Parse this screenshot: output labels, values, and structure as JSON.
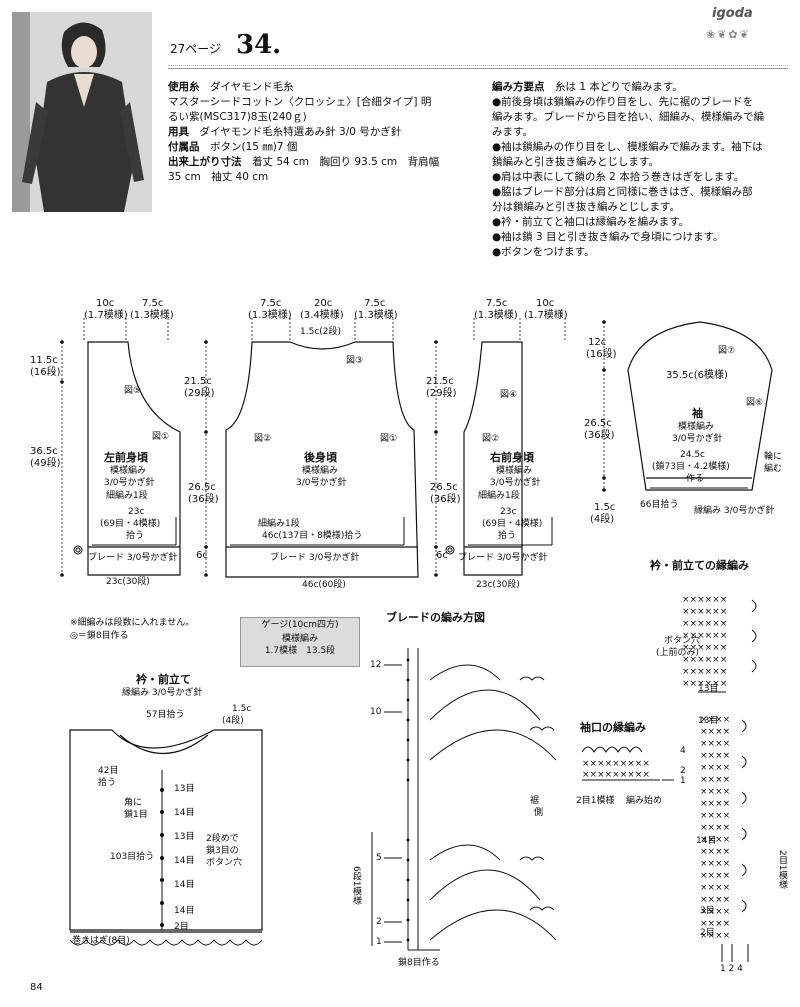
{
  "header": {
    "brand": "igoda",
    "page_ref": "27ページ",
    "pattern_number": "34.",
    "page_number": "84"
  },
  "materials": {
    "yarn_label": "使用糸",
    "yarn_value": "ダイヤモンド毛糸",
    "yarn_detail_1": "マスターシードコットン〈クロッシェ〉[合細タイプ] 明",
    "yarn_detail_2": "るい紫(MSC317)8玉(240ｇ)",
    "tools_label": "用具",
    "tools_value": "ダイヤモンド毛糸特選あみ針 3/0 号かぎ針",
    "notions_label": "付属品",
    "notions_value": "ボタン(15 ㎜)7 個",
    "size_label": "出来上がり寸法",
    "size_value": "着丈 54 cm　胸回り 93.5 cm　背肩幅",
    "size_value_2": "35 cm　袖丈 40 cm"
  },
  "instructions": {
    "title": "編み方要点",
    "title_note": "糸は 1 本どりで編みます。",
    "lines": [
      "●前後身頃は鎖編みの作り目をし、先に裾のブレードを",
      "編みます。ブレードから目を拾い、細編み、模様編みで編",
      "みます。",
      "●袖は鎖編みの作り目をし、模様編みで編みます。袖下は",
      "鎖編みと引き抜き編みとじします。",
      "●肩は中表にして鎖の糸 2 本拾う巻きはぎをします。",
      "●脇はブレード部分は肩と同様に巻きはぎ、模様編み部",
      "分は鎖編みと引き抜き編みとじします。",
      "●衿・前立てと袖口は縁編みを編みます。",
      "●袖は鎖 3 目と引き抜き編みで身頃につけます。",
      "●ボタンをつけます。"
    ]
  },
  "left_front": {
    "top_w1": "10c",
    "top_w1b": "(1.7模様)",
    "top_w2": "7.5c",
    "top_w2b": "(1.3模様)",
    "h1": "11.5c",
    "h1b": "(16段)",
    "h2": "36.5c",
    "h2b": "(49段)",
    "fig5": "図⑤",
    "fig1": "図①",
    "title": "左前身頃",
    "pattern": "模様編み",
    "hook": "3/0号かぎ針",
    "sc_row": "細編み1段",
    "pickup": "23c",
    "pickup_b": "(69目・4模様)",
    "pickup_c": "拾う",
    "braid": "ブレード 3/0号かぎ針",
    "bottom": "23c(30段)"
  },
  "back": {
    "top_w1": "7.5c",
    "top_w1b": "(1.3模様)",
    "top_w2": "20c",
    "top_w2b": "(3.4模様)",
    "top_w3": "7.5c",
    "top_w3b": "(1.3模様)",
    "neck": "1.5c(2段)",
    "fig3": "図③",
    "fig2": "図②",
    "fig1": "図①",
    "h1": "21.5c",
    "h1b": "(29段)",
    "h2": "26.5c",
    "h2b": "(36段)",
    "h3": "6c",
    "title": "後身頃",
    "pattern": "模様編み",
    "hook": "3/0号かぎ針",
    "sc_row": "細編み1段",
    "pickup": "46c(137目・8模様)拾う",
    "braid": "ブレード 3/0号かぎ針",
    "bottom": "46c(60段)"
  },
  "right_front": {
    "top_w1": "7.5c",
    "top_w1b": "(1.3模様)",
    "top_w2": "10c",
    "top_w2b": "(1.7模様)",
    "h1": "21.5c",
    "h1b": "(29段)",
    "h2": "26.5c",
    "h2b": "(36段)",
    "h3": "6c",
    "fig4": "図④",
    "fig2": "図②",
    "title": "右前身頃",
    "pattern": "模様編み",
    "hook": "3/0号かぎ針",
    "sc_row": "細編み1段",
    "pickup": "23c",
    "pickup_b": "(69目・4模様)",
    "pickup_c": "拾う",
    "braid": "ブレード 3/0号かぎ針",
    "bottom": "23c(30段)"
  },
  "sleeve": {
    "h1": "12c",
    "h1b": "(16段)",
    "h2": "26.5c",
    "h2b": "(36段)",
    "h3": "1.5c",
    "h3b": "(4段)",
    "fig7": "図⑦",
    "fig6": "図⑥",
    "width": "35.5c(6模様)",
    "title": "袖",
    "pattern": "模様編み",
    "hook": "3/0号かぎ針",
    "cast": "24.5c",
    "cast_b": "(鎖73目・4.2模様)",
    "cast_c": "作る",
    "ring": "輪に",
    "ring_b": "編む",
    "pickup": "66目拾う",
    "edge": "縁編み 3/0号かぎ針"
  },
  "notes": {
    "note1": "※細編みは段数に入れません。",
    "note2": "◎＝鎖8目作る"
  },
  "gauge": {
    "title": "ゲージ(10cm四方)",
    "line1": "模様編み",
    "line2": "1.7模様　13.5段"
  },
  "collar": {
    "title": "衿・前立て",
    "subtitle": "縁編み 3/0号かぎ針",
    "pick57": "57目拾う",
    "d1": "1.5c",
    "d1b": "(4段)",
    "pick42": "42目",
    "pick42b": "拾う",
    "corner": "角に",
    "corner_b": "鎖1目",
    "pick103": "103目拾う",
    "bh1": "2段めで",
    "bh2": "鎖3目の",
    "bh3": "ボタン穴",
    "r13a": "13目",
    "r14a": "14目",
    "r13b": "13目",
    "r14b": "14目",
    "r14c": "14目",
    "r14d": "14目",
    "r2": "2目",
    "seam": "巻きはぎ(8目)"
  },
  "braid_chart": {
    "title": "ブレードの編み方図",
    "r12": "12",
    "r10": "10",
    "r5": "5",
    "r2": "2",
    "r1": "1",
    "edge": "裾",
    "edge_b": "側",
    "rep": "6段1模様",
    "cast": "鎖8目作る"
  },
  "cuff": {
    "title": "袖口の縁編み",
    "r4": "4",
    "r2": "2",
    "r1": "1",
    "rep": "2目1模様",
    "start": "編み始め"
  },
  "front_band": {
    "title": "衿・前立ての縁編み",
    "buttonhole": "ボタン穴",
    "buttonhole_b": "(上前のみ)",
    "c13a": "13目",
    "c13b": "13目",
    "c14": "14目",
    "c3": "3目",
    "c2": "2目",
    "rep": "2目1模様",
    "cols": "1 2 4"
  },
  "colors": {
    "ink": "#111111",
    "gray": "#dcdcdc",
    "photo": "#cfcfcf"
  }
}
